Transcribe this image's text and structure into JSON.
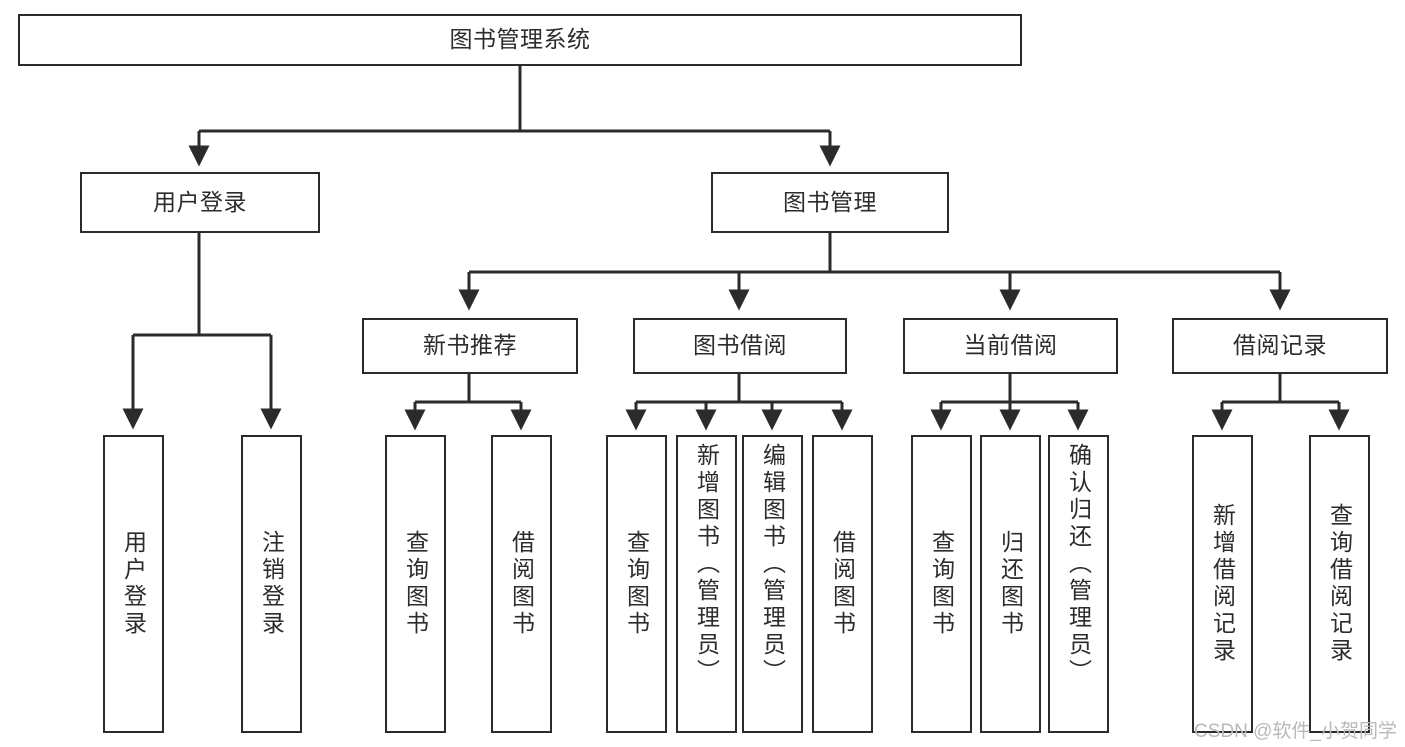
{
  "diagram": {
    "title": "图书管理系统",
    "type": "tree",
    "orientation": "top-down",
    "colors": {
      "stroke": "#2b2b2b",
      "fill": "#ffffff",
      "text": "#2c2c2c",
      "watermark": "#b9b9b9"
    },
    "root": {
      "label": "图书管理系统"
    },
    "level2": [
      {
        "label": "用户登录"
      },
      {
        "label": "图书管理"
      }
    ],
    "level3": [
      {
        "label": "新书推荐"
      },
      {
        "label": "图书借阅"
      },
      {
        "label": "当前借阅"
      },
      {
        "label": "借阅记录"
      }
    ],
    "leaves": {
      "user_login": [
        {
          "label": "用户登录"
        },
        {
          "label": "注销登录"
        }
      ],
      "new_book_recommend": [
        {
          "label": "查询图书"
        },
        {
          "label": "借阅图书"
        }
      ],
      "book_borrow": [
        {
          "label": "查询图书"
        },
        {
          "label": "新增图书（管理员）"
        },
        {
          "label": "编辑图书（管理员）"
        },
        {
          "label": "借阅图书"
        }
      ],
      "current_borrow": [
        {
          "label": "查询图书"
        },
        {
          "label": "归还图书"
        },
        {
          "label": "确认归还（管理员）"
        }
      ],
      "borrow_record": [
        {
          "label": "新增借阅记录"
        },
        {
          "label": "查询借阅记录"
        }
      ]
    }
  },
  "watermark": {
    "text": "CSDN @软件_小贺同学"
  }
}
